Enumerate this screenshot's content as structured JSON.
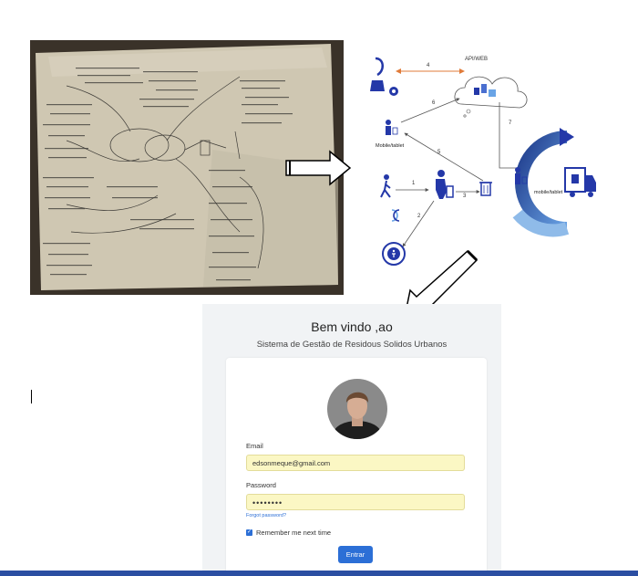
{
  "diagram": {
    "server_label": "API/WEB",
    "device_label_top": "Mobile/tablet",
    "device_label_right": "mobile/tablet",
    "edge_labels": [
      "1",
      "2",
      "3",
      "4",
      "5",
      "6",
      "7"
    ]
  },
  "login": {
    "title": "Bem vindo ,ao",
    "subtitle": "Sistema de Gestão de Residous Solidos Urbanos",
    "email_label": "Email",
    "email_value": "edsonmeque@gmail.com",
    "password_label": "Password",
    "password_value": "••••••••",
    "forgot_link": "Forgot password?",
    "remember_label": "Remember me next time",
    "submit_label": "Entrar"
  },
  "colors": {
    "accent": "#2c6fd6",
    "diagram_blue": "#2438a8",
    "autofill": "#fbf7c4",
    "footer": "#2b4ea2",
    "panel_bg": "#f1f3f5"
  }
}
